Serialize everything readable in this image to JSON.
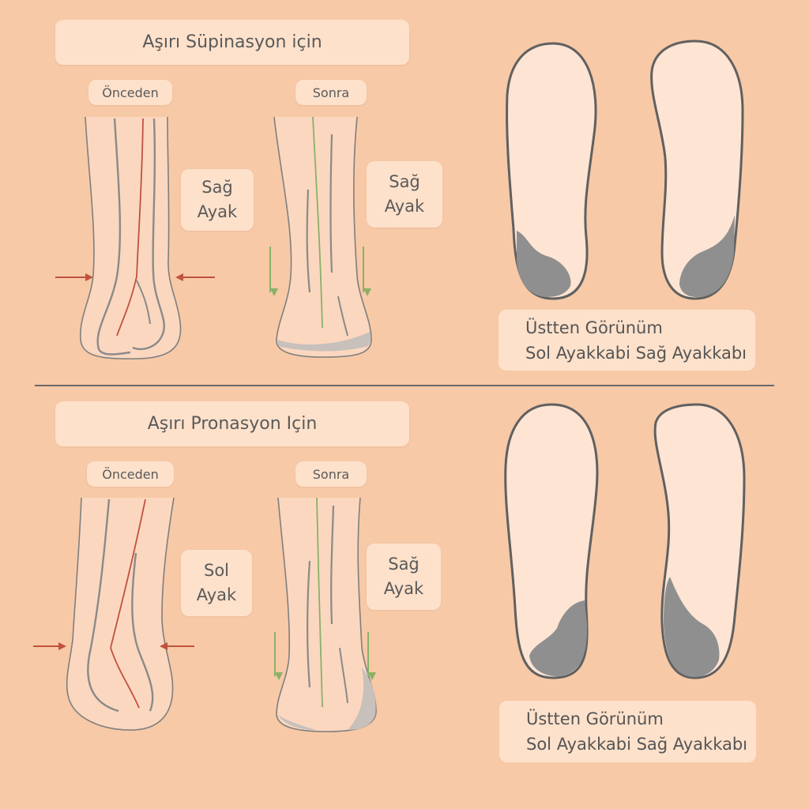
{
  "sections": [
    {
      "title": "Aşırı Süpinasyon için",
      "before_tag": "Önceden",
      "after_tag": "Sonra",
      "before_label": {
        "line1": "Sağ",
        "line2": "Ayak"
      },
      "after_label": {
        "line1": "Sağ",
        "line2": "Ayak"
      },
      "top_view": {
        "line1": "Üstten Görünüm",
        "line2": "Sol Ayakkabi Sağ Ayakkabı"
      }
    },
    {
      "title": "Aşırı Pronasyon Için",
      "before_tag": "Önceden",
      "after_tag": "Sonra",
      "before_label": {
        "line1": "Sol",
        "line2": "Ayak"
      },
      "after_label": {
        "line1": "Sağ",
        "line2": "Ayak"
      },
      "top_view": {
        "line1": "Üstten Görünüm",
        "line2": "Sol Ayakkabi Sağ Ayakkabı"
      }
    }
  ],
  "colors": {
    "background": "#f7c9a6",
    "skin": "#fbd7bf",
    "outline": "#808080",
    "red_line": "#c0523e",
    "green_line": "#8ab068",
    "insole_fill": "#fde4d3",
    "insole_outline": "#606060",
    "support_pad": "#8f8f8f"
  }
}
